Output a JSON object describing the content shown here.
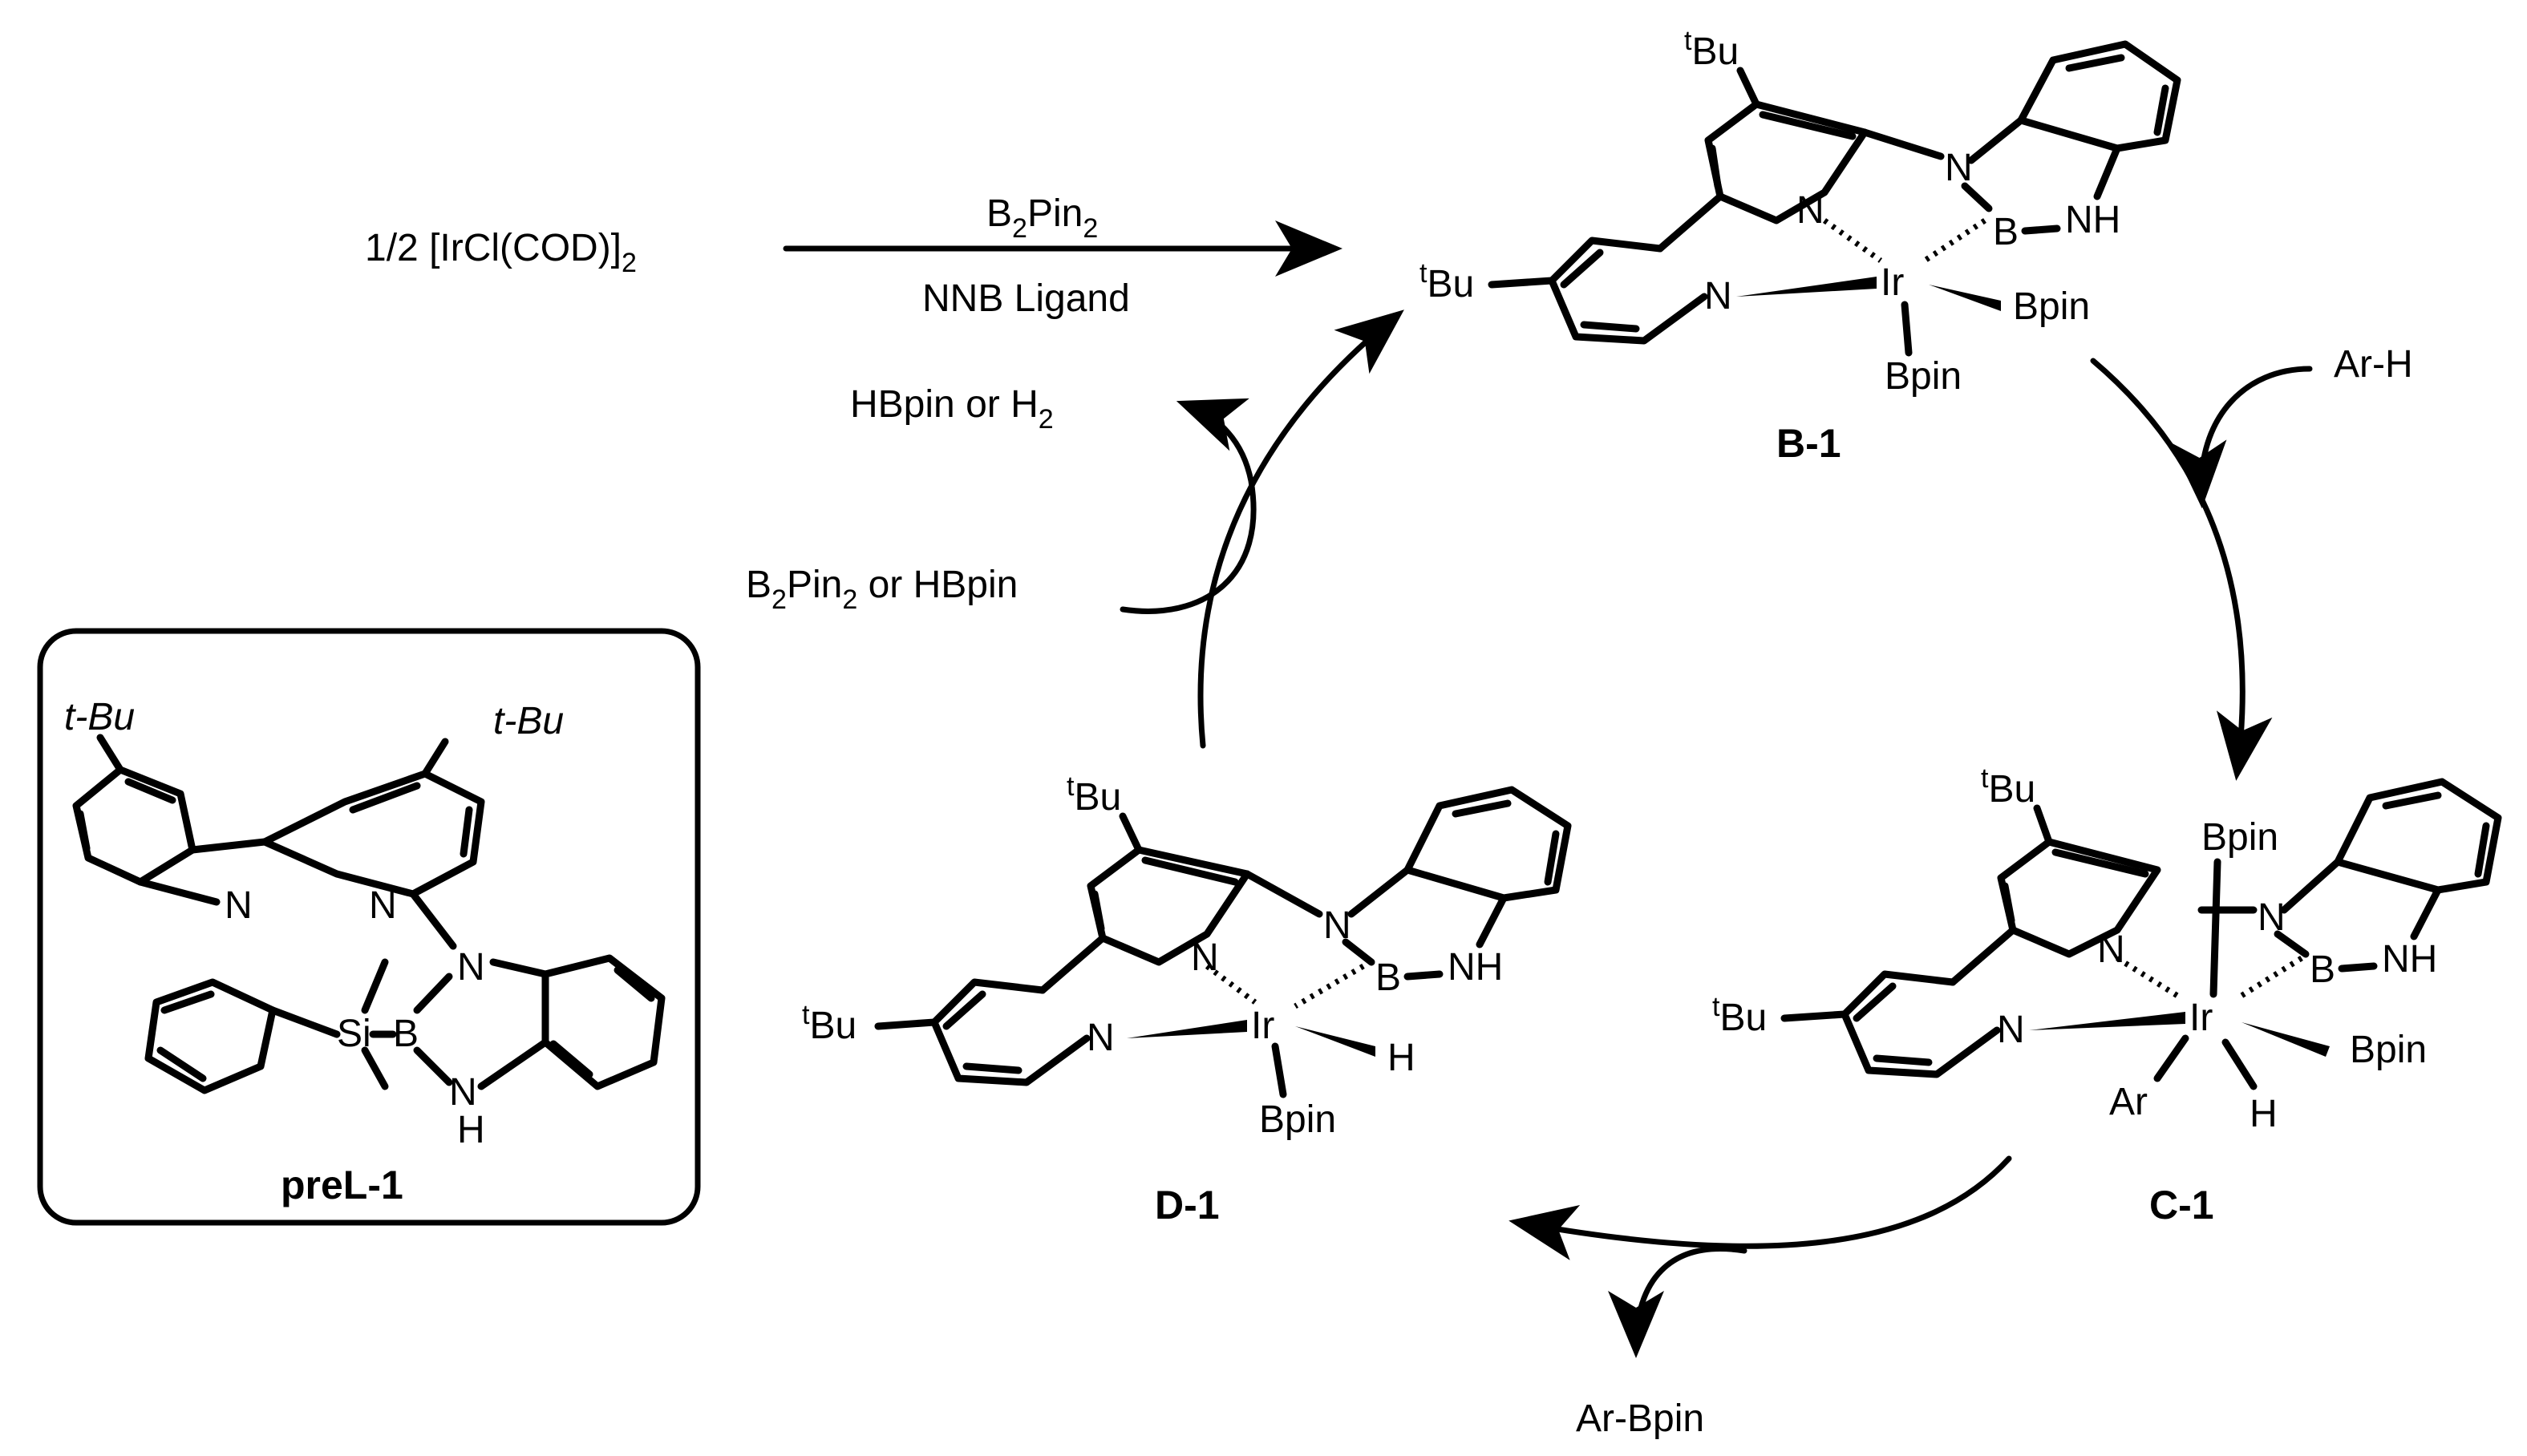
{
  "reaction": {
    "precatalyst": "1/2 [IrCl(COD)]",
    "precatalyst_sub": "2",
    "reagent_top_main": "B",
    "reagent_top_sub1": "2",
    "reagent_top_mid": "Pin",
    "reagent_top_sub2": "2",
    "reagent_bottom": "NNB Ligand"
  },
  "cycle": {
    "substrate_in": "Ar-H",
    "product_out": "Ar-Bpin",
    "regen_in_pre": "B",
    "regen_in_sub1": "2",
    "regen_in_mid": "Pin",
    "regen_in_sub2": "2",
    "regen_in_post": " or HBpin",
    "byproduct_pre": "HBpin or H",
    "byproduct_sub": "2"
  },
  "compounds": {
    "b1": "B-1",
    "c1": "C-1",
    "d1": "D-1",
    "prel1": "preL-1"
  },
  "atoms": {
    "t": "t",
    "bu": "Bu",
    "t_bu": "t-Bu",
    "n": "N",
    "nh": "NH",
    "h": "H",
    "b": "B",
    "ir": "Ir",
    "si": "Si",
    "bpin": "Bpin",
    "ar": "Ar"
  }
}
